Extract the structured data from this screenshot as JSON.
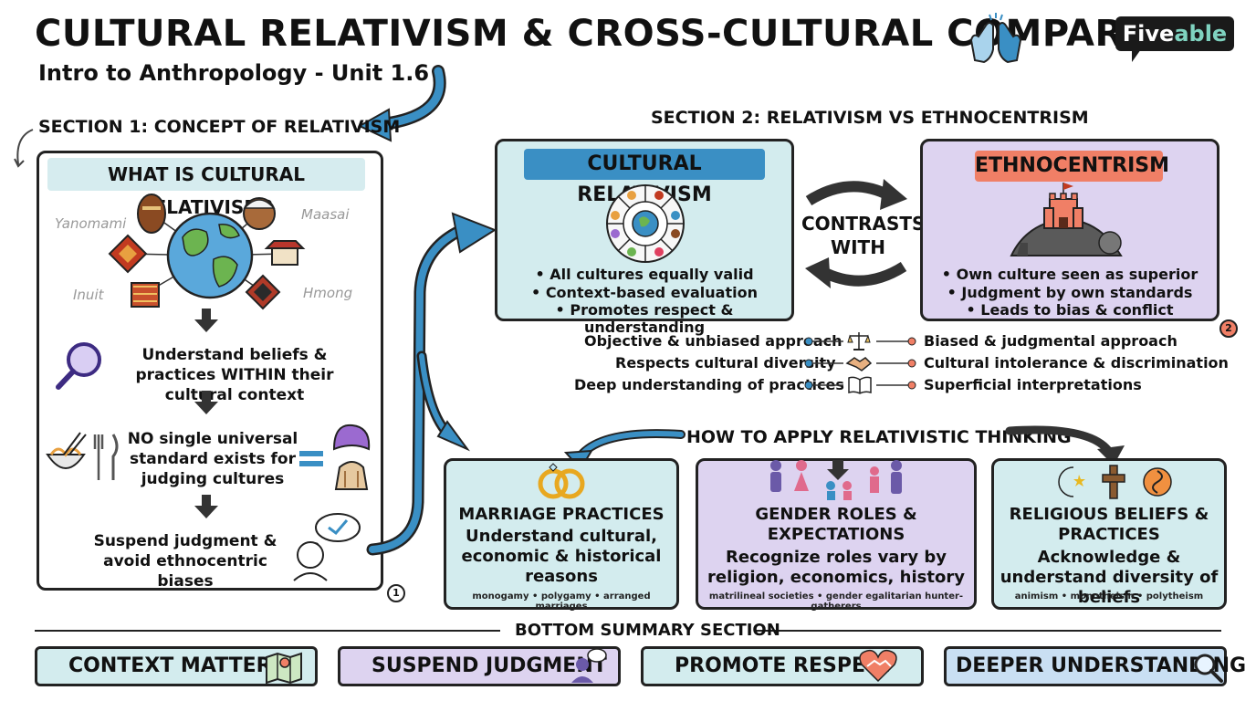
{
  "header": {
    "title": "CULTURAL RELATIVISM & CROSS-CULTURAL COMPARISON",
    "subtitle": "Intro to Anthropology - Unit 1.6",
    "logo": {
      "part1": "Five",
      "part2": "able"
    }
  },
  "section1": {
    "heading": "SECTION 1: CONCEPT OF RELATIVISM",
    "panel_title": "WHAT IS CULTURAL RELATIVISM?",
    "cultures": [
      "Yanomami",
      "Maasai",
      "Inuit",
      "Hmong"
    ],
    "steps": [
      "Understand beliefs & practices WITHIN their cultural context",
      "NO single universal standard exists for judging cultures",
      "Suspend judgment & avoid ethnocentric biases"
    ],
    "number": "1"
  },
  "section2": {
    "heading": "SECTION 2: RELATIVISM VS ETHNOCENTRISM",
    "relativism": {
      "label": "CULTURAL RELATIVISM",
      "bullets": [
        "• All cultures equally valid",
        "• Context-based evaluation",
        "• Promotes respect & understanding"
      ]
    },
    "contrast": "CONTRASTS WITH",
    "ethnocentrism": {
      "label": "ETHNOCENTRISM",
      "bullets": [
        "• Own culture seen as superior",
        "• Judgment by own standards",
        "• Leads to bias & conflict"
      ]
    },
    "number": "2",
    "comparisons": [
      {
        "left": "Objective & unbiased approach",
        "icon": "scales-icon",
        "right": "Biased & judgmental approach"
      },
      {
        "left": "Respects cultural diversity",
        "icon": "handshake-icon",
        "right": "Cultural intolerance & discrimination"
      },
      {
        "left": "Deep understanding of practices",
        "icon": "book-icon",
        "right": "Superficial interpretations"
      }
    ]
  },
  "apply": {
    "heading": "HOW TO APPLY RELATIVISTIC THINKING",
    "cards": [
      {
        "title": "MARRIAGE PRACTICES",
        "desc": "Understand cultural, economic & historical reasons",
        "examples": "monogamy • polygamy • arranged marriages",
        "color": "#d3ecee"
      },
      {
        "title": "GENDER ROLES & EXPECTATIONS",
        "desc": "Recognize roles vary by religion, economics, history",
        "examples": "matrilineal societies • gender egalitarian hunter-gatherers",
        "color": "#ddd3f0"
      },
      {
        "title": "RELIGIOUS BELIEFS & PRACTICES",
        "desc": "Acknowledge & understand diversity of beliefs",
        "examples": "animism • monotheism • polytheism",
        "color": "#d3ecee"
      }
    ]
  },
  "summary": {
    "heading": "BOTTOM SUMMARY SECTION",
    "items": [
      {
        "label": "CONTEXT MATTERS",
        "icon": "map-icon",
        "color": "#d3ecee"
      },
      {
        "label": "SUSPEND JUDGMENT",
        "icon": "thinking-person-icon",
        "color": "#ddd3f0"
      },
      {
        "label": "PROMOTE RESPECT",
        "icon": "heart-handshake-icon",
        "color": "#d3ecee"
      },
      {
        "label": "DEEPER UNDERSTANDING",
        "icon": "magnifier-icon",
        "color": "#c9dff3"
      }
    ]
  },
  "colors": {
    "teal": "#d3ecee",
    "purple": "#ddd3f0",
    "blue": "#3a8fc4",
    "red": "#f07f66",
    "dark": "#222222"
  }
}
